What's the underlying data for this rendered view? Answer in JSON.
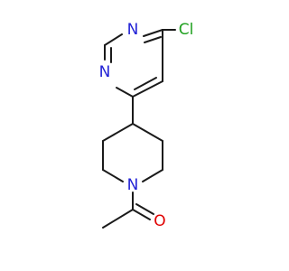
{
  "colors": {
    "bond": "#1a1a1a",
    "nitrogen": "#2323d6",
    "oxygen": "#e00000",
    "chlorine": "#1fa01f",
    "background": "#ffffff"
  },
  "atoms": {
    "cl": {
      "text": "Cl",
      "element": "chlorine"
    },
    "n_top": {
      "text": "N",
      "element": "nitrogen"
    },
    "n_left": {
      "text": "N",
      "element": "nitrogen"
    },
    "n_piperidine": {
      "text": "N",
      "element": "nitrogen"
    },
    "o_carbonyl": {
      "text": "O",
      "element": "oxygen"
    }
  }
}
